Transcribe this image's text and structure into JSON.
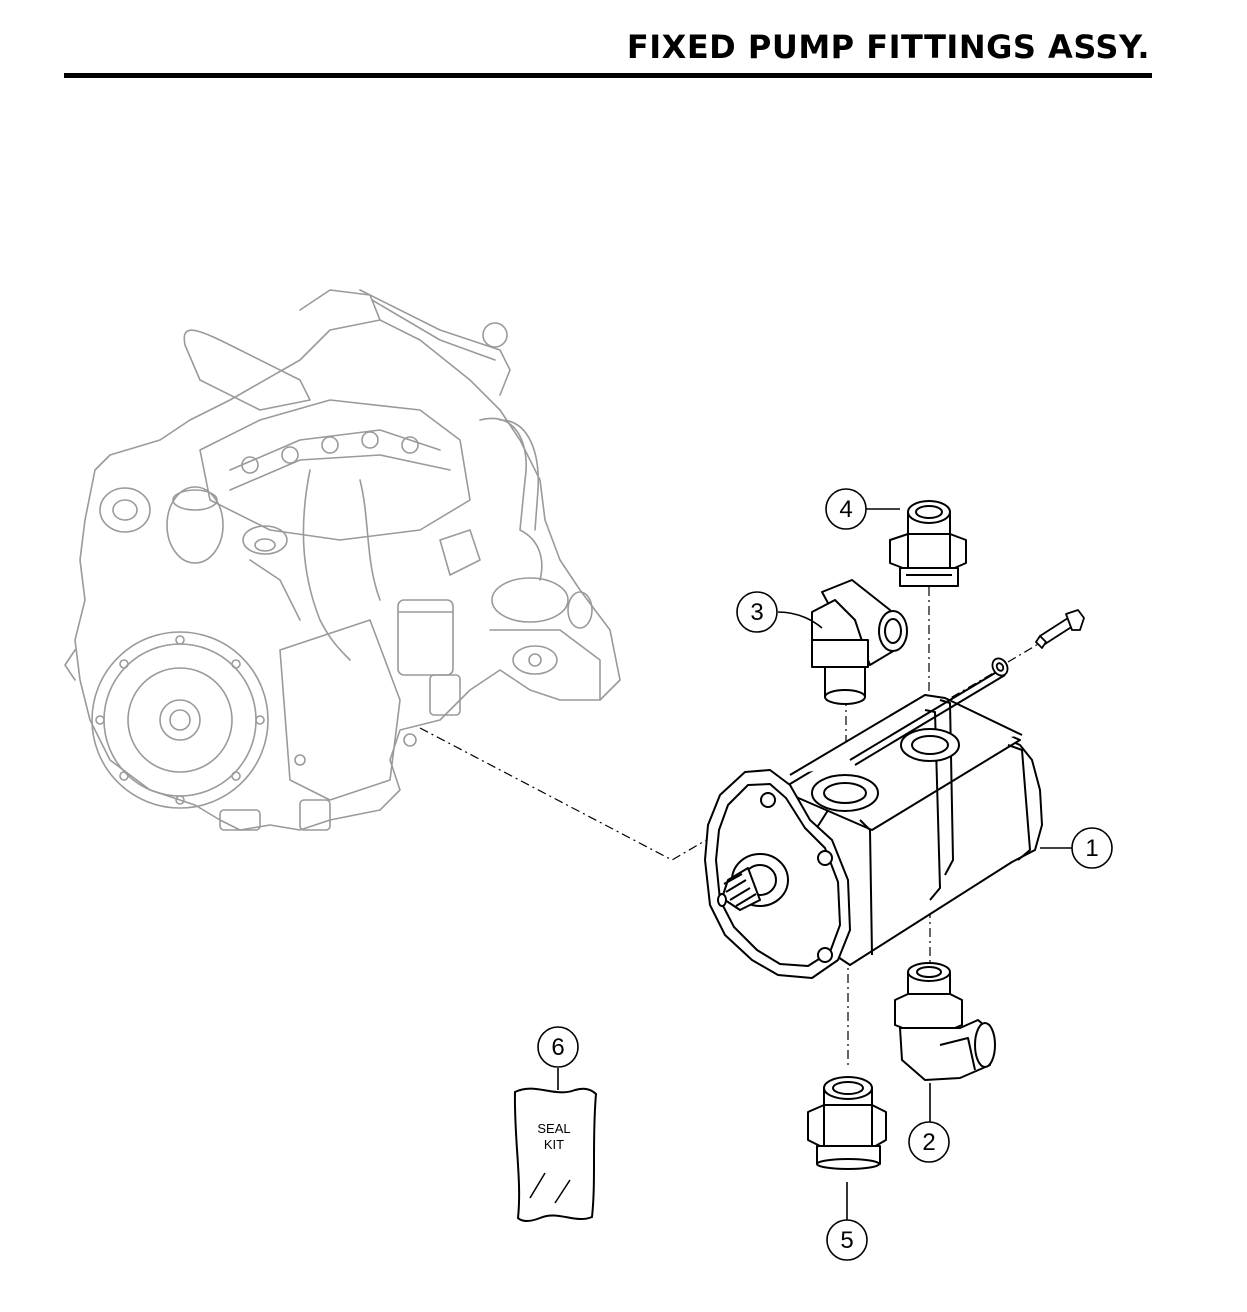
{
  "header": {
    "title": "FIXED PUMP FITTINGS ASSY."
  },
  "callouts": [
    {
      "number": "1",
      "part": "pump"
    },
    {
      "number": "2",
      "part": "elbow-fitting-lower"
    },
    {
      "number": "3",
      "part": "elbow-fitting-upper"
    },
    {
      "number": "4",
      "part": "straight-fitting-upper"
    },
    {
      "number": "5",
      "part": "straight-fitting-lower"
    },
    {
      "number": "6",
      "part": "seal-kit"
    }
  ],
  "seal_kit": {
    "line1": "SEAL",
    "line2": "KIT"
  },
  "colors": {
    "ink": "#000000",
    "ghost": "#9a9a9a",
    "background": "#ffffff"
  }
}
